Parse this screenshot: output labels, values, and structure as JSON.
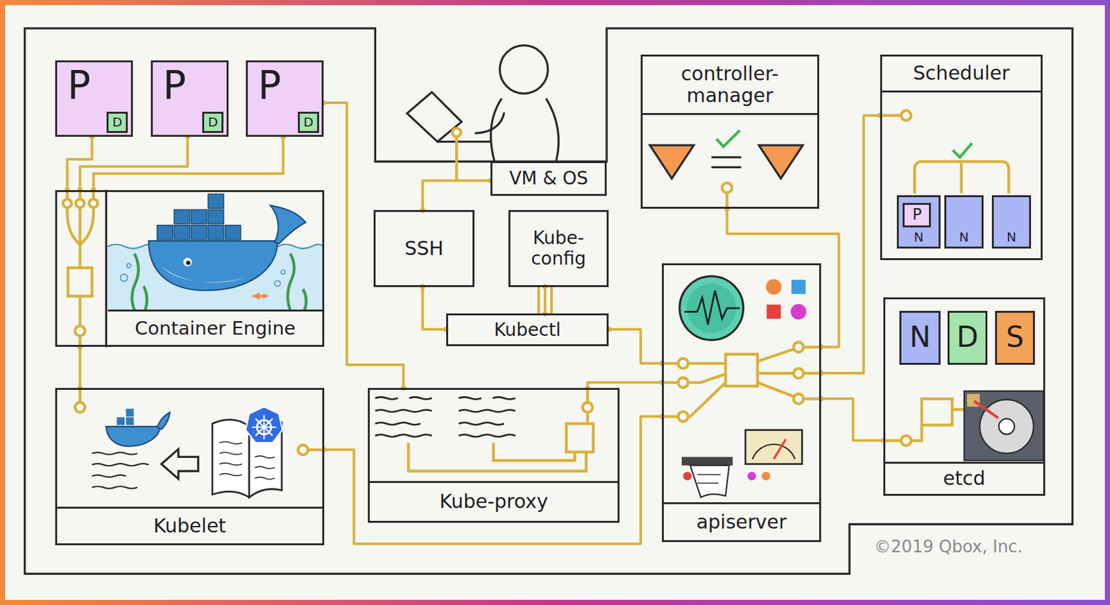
{
  "diagram": {
    "nodes": [
      {
        "text": [
          "P"
        ]
      },
      {
        "text": [
          "D"
        ],
        "in": 0
      },
      {
        "text": [
          "P"
        ]
      },
      {
        "text": [
          "D"
        ],
        "in": 2
      },
      {
        "text": [
          "P"
        ]
      },
      {
        "text": [
          "D"
        ],
        "in": 4
      },
      {
        "text": [
          "VM & OS"
        ]
      },
      {
        "text": [
          "controller- manager"
        ]
      },
      {
        "text": [
          "Scheduler"
        ]
      },
      {
        "text": [
          "N"
        ],
        "in": 8
      },
      {
        "text": [
          "P"
        ],
        "in": 9
      },
      {
        "text": [
          "N"
        ],
        "in": 8
      },
      {
        "text": [
          "N"
        ],
        "in": 8
      },
      {
        "text": [
          "Container Engine"
        ]
      },
      {
        "text": [
          "SSH"
        ]
      },
      {
        "text": [
          "Kube- config"
        ]
      },
      {
        "text": [
          "Kubectl"
        ]
      },
      {
        "text": [
          "etcd"
        ]
      },
      {
        "text": [
          "N"
        ],
        "in": 17
      },
      {
        "text": [
          "D"
        ],
        "in": 17
      },
      {
        "text": [
          "S"
        ],
        "in": 17
      },
      {
        "text": [
          "apiserver"
        ]
      },
      {
        "text": [
          "Kubelet"
        ]
      },
      {
        "text": [
          "Kube-proxy"
        ]
      }
    ],
    "edges": [
      {
        "from": 0,
        "to": 13,
        "arrow": "none"
      },
      {
        "from": 2,
        "to": 13,
        "arrow": "none"
      },
      {
        "from": 4,
        "to": 13,
        "arrow": "none"
      },
      {
        "from": 13,
        "to": 22,
        "arrow": "none"
      },
      {
        "from": 4,
        "to": 23,
        "arrow": "none"
      },
      {
        "from": 6,
        "to": 14,
        "arrow": "none"
      },
      {
        "from": 14,
        "to": 16,
        "arrow": "none"
      },
      {
        "from": 15,
        "to": 16,
        "arrow": "none"
      },
      {
        "from": 16,
        "to": 21,
        "arrow": "none"
      },
      {
        "from": 7,
        "to": 21,
        "arrow": "none"
      },
      {
        "from": 8,
        "to": 21,
        "arrow": "none"
      },
      {
        "from": 17,
        "to": 21,
        "arrow": "none"
      },
      {
        "from": 21,
        "to": 23,
        "arrow": "none"
      },
      {
        "from": 21,
        "to": 22,
        "arrow": "none"
      }
    ],
    "labels": [
      "©2019 Qbox, Inc."
    ]
  }
}
